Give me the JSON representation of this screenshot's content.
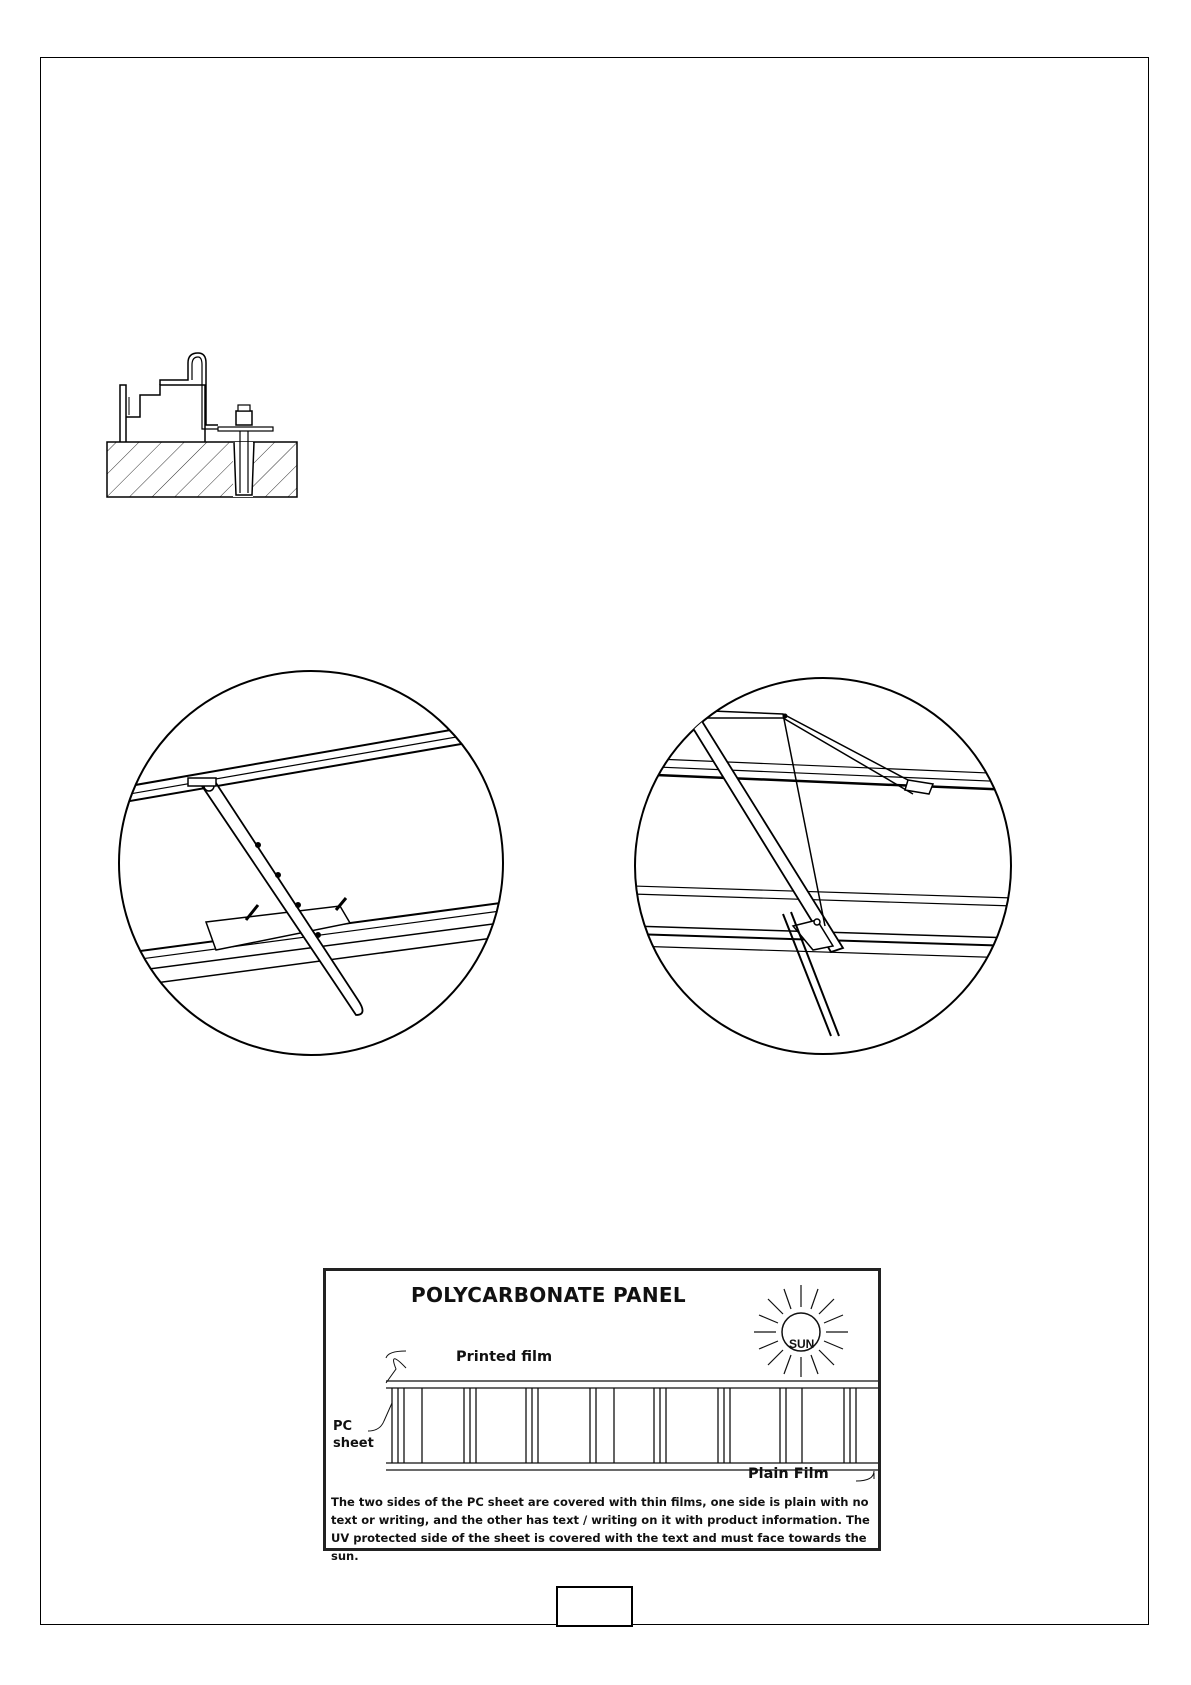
{
  "panel": {
    "title": "POLYCARBONATE PANEL",
    "sun_label": "SUN",
    "printed_film_label": "Printed film",
    "plain_film_label": "Plain Film",
    "pc_sheet_label_line1": "PC",
    "pc_sheet_label_line2": "sheet",
    "description": "The two sides of the PC sheet are covered with thin films, one side is plain with no text or writing, and the other has text / writing on it with product information.  The UV protected side of the sheet is covered with the text and must face towards the sun."
  },
  "footer": {
    "page_number": ""
  },
  "icons": {
    "foundation_anchor": "foundation-anchor-icon",
    "window_opener_left": "window-opener-detail-icon",
    "window_opener_right": "auto-vent-detail-icon",
    "sun": "sun-icon"
  }
}
